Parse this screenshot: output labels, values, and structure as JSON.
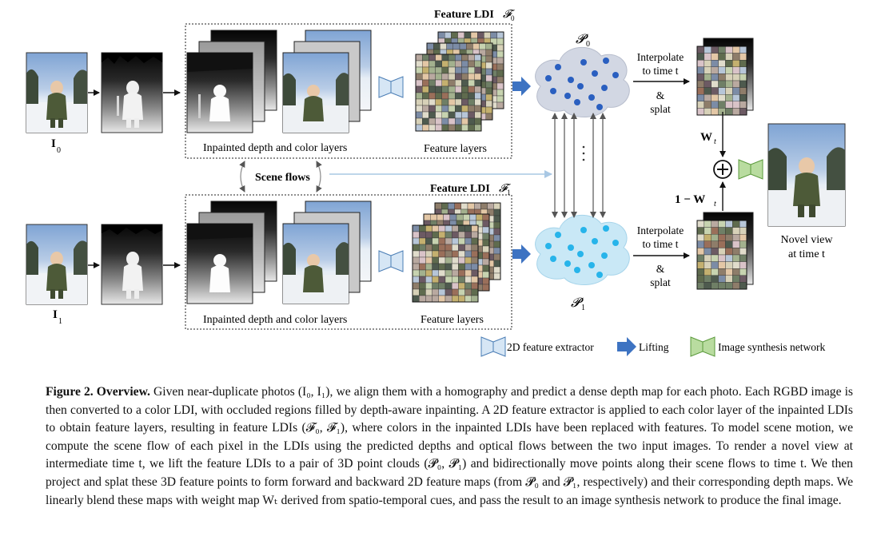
{
  "figure": {
    "ldi0_label": "Feature LDI",
    "ldi0_symbol": "𝓕",
    "ldi0_sub": "0",
    "ldi1_label": "Feature LDI",
    "ldi1_symbol": "𝓕",
    "ldi1_sub": "1",
    "input0_label": "I",
    "input0_sub": "0",
    "input1_label": "I",
    "input1_sub": "1",
    "inpainted_label_top": "Inpainted depth and color layers",
    "inpainted_label_bottom": "Inpainted depth and color layers",
    "feature_layers_top": "Feature layers",
    "feature_layers_bottom": "Feature layers",
    "scene_flows": "Scene flows",
    "p0": "𝓟",
    "p0_sub": "0",
    "p1": "𝓟",
    "p1_sub": "1",
    "interp_top": [
      "Interpolate",
      "to time t",
      "&",
      "splat"
    ],
    "interp_bottom": [
      "Interpolate",
      "to time t",
      "&",
      "splat"
    ],
    "wt": "W",
    "wt_sub": "t",
    "one_minus_wt": "1 − W",
    "one_minus_wt_sub": "t",
    "novel_view": [
      "Novel view",
      "at time t"
    ],
    "legend": {
      "extractor": "2D feature extractor",
      "lifting": "Lifting",
      "synthesis": "Image synthesis network"
    },
    "colors": {
      "extractor_fill": "#d6e6f5",
      "extractor_stroke": "#4a7db5",
      "lifting": "#3d73c2",
      "synthesis_fill": "#b9dca0",
      "synthesis_stroke": "#5b9a3c",
      "cloud_top": "#d2d7e3",
      "cloud_bottom": "#c9e8f6",
      "points_top": "#2a5fc0",
      "points_bottom": "#27b4ea",
      "scene_flow_arrow": "#a9c8e4"
    }
  },
  "caption": {
    "label": "Figure 2.",
    "title": "Overview.",
    "lines": [
      "Given near-duplicate photos (I₀, I₁), we align them with a homography and predict a dense depth map for each photo.",
      "Each RGBD image is then converted to a color LDI, with occluded regions filled by depth-aware inpainting. A 2D feature extractor is",
      "applied to each color layer of the inpainted LDIs to obtain feature layers, resulting in feature LDIs (𝓕₀, 𝓕₁), where colors in the inpainted",
      "LDIs have been replaced with features. To model scene motion, we compute the scene flow of each pixel in the LDIs using the predicted",
      "depths and optical flows between the two input images. To render a novel view at intermediate time t, we lift the feature LDIs to a pair of 3D",
      "point clouds (𝓟₀, 𝓟₁) and bidirectionally move points along their scene flows to time t. We then project and splat these 3D feature points to",
      "form forward and backward 2D feature maps (from 𝓟₀ and 𝓟₁, respectively) and their corresponding depth maps. We linearly blend these",
      "maps with weight map Wₜ derived from spatio-temporal cues, and pass the result to an image synthesis network to produce the final image."
    ]
  }
}
